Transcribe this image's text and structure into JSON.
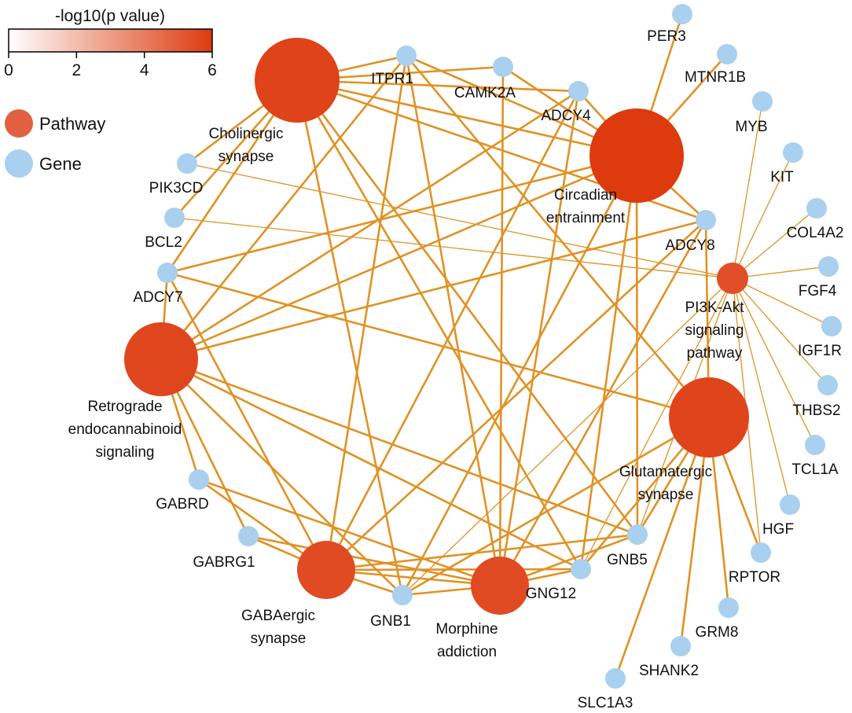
{
  "colors": {
    "edge": "#e09224",
    "gene_node": "#a9d0ee",
    "pathway_scale_low": "#ffffff",
    "pathway_scale_high": "#dd3a0e",
    "legend_pathway": "#e0603f"
  },
  "color_scale": {
    "title": "-log10(p value)",
    "ticks": [
      "0",
      "2",
      "4",
      "6"
    ],
    "min": 0,
    "max": 6
  },
  "legend": [
    {
      "label": "Pathway",
      "kind": "pathway"
    },
    {
      "label": "Gene",
      "kind": "gene"
    }
  ],
  "nodes": [
    {
      "id": "cholinergic",
      "kind": "pathway",
      "label": [
        "Cholinergic",
        "synapse"
      ],
      "neg_log10_p": 5.3
    },
    {
      "id": "circadian",
      "kind": "pathway",
      "label": [
        "Circadian",
        "entrainment"
      ],
      "neg_log10_p": 6.0
    },
    {
      "id": "pi3k",
      "kind": "pathway",
      "label": [
        "PI3K-Akt",
        "signaling",
        "pathway"
      ],
      "neg_log10_p": 4.3
    },
    {
      "id": "retrograde",
      "kind": "pathway",
      "label": [
        "Retrograde",
        "endocannabinoid",
        "signaling"
      ],
      "neg_log10_p": 5.0
    },
    {
      "id": "glutamatergic",
      "kind": "pathway",
      "label": [
        "Glutamatergic",
        "synapse"
      ],
      "neg_log10_p": 5.2
    },
    {
      "id": "gabaergic",
      "kind": "pathway",
      "label": [
        "GABAergic",
        "synapse"
      ],
      "neg_log10_p": 4.6
    },
    {
      "id": "morphine",
      "kind": "pathway",
      "label": [
        "Morphine",
        "addiction"
      ],
      "neg_log10_p": 4.6
    },
    {
      "id": "ITPR1",
      "kind": "gene",
      "label": [
        "ITPR1"
      ]
    },
    {
      "id": "CAMK2A",
      "kind": "gene",
      "label": [
        "CAMK2A"
      ]
    },
    {
      "id": "ADCY4",
      "kind": "gene",
      "label": [
        "ADCY4"
      ]
    },
    {
      "id": "PER3",
      "kind": "gene",
      "label": [
        "PER3"
      ]
    },
    {
      "id": "MTNR1B",
      "kind": "gene",
      "label": [
        "MTNR1B"
      ]
    },
    {
      "id": "MYB",
      "kind": "gene",
      "label": [
        "MYB"
      ]
    },
    {
      "id": "KIT",
      "kind": "gene",
      "label": [
        "KIT"
      ]
    },
    {
      "id": "COL4A2",
      "kind": "gene",
      "label": [
        "COL4A2"
      ]
    },
    {
      "id": "FGF4",
      "kind": "gene",
      "label": [
        "FGF4"
      ]
    },
    {
      "id": "IGF1R",
      "kind": "gene",
      "label": [
        "IGF1R"
      ]
    },
    {
      "id": "THBS2",
      "kind": "gene",
      "label": [
        "THBS2"
      ]
    },
    {
      "id": "TCL1A",
      "kind": "gene",
      "label": [
        "TCL1A"
      ]
    },
    {
      "id": "HGF",
      "kind": "gene",
      "label": [
        "HGF"
      ]
    },
    {
      "id": "RPTOR",
      "kind": "gene",
      "label": [
        "RPTOR"
      ]
    },
    {
      "id": "GRM8",
      "kind": "gene",
      "label": [
        "GRM8"
      ]
    },
    {
      "id": "SHANK2",
      "kind": "gene",
      "label": [
        "SHANK2"
      ]
    },
    {
      "id": "SLC1A3",
      "kind": "gene",
      "label": [
        "SLC1A3"
      ]
    },
    {
      "id": "ADCY8",
      "kind": "gene",
      "label": [
        "ADCY8"
      ]
    },
    {
      "id": "GNB5",
      "kind": "gene",
      "label": [
        "GNB5"
      ]
    },
    {
      "id": "GNG12",
      "kind": "gene",
      "label": [
        "GNG12"
      ]
    },
    {
      "id": "GNB1",
      "kind": "gene",
      "label": [
        "GNB1"
      ]
    },
    {
      "id": "GABRG1",
      "kind": "gene",
      "label": [
        "GABRG1"
      ]
    },
    {
      "id": "GABRD",
      "kind": "gene",
      "label": [
        "GABRD"
      ]
    },
    {
      "id": "ADCY7",
      "kind": "gene",
      "label": [
        "ADCY7"
      ]
    },
    {
      "id": "BCL2",
      "kind": "gene",
      "label": [
        "BCL2"
      ]
    },
    {
      "id": "PIK3CD",
      "kind": "gene",
      "label": [
        "PIK3CD"
      ]
    }
  ],
  "edges": [
    [
      "cholinergic",
      "ITPR1"
    ],
    [
      "cholinergic",
      "CAMK2A"
    ],
    [
      "cholinergic",
      "ADCY4"
    ],
    [
      "cholinergic",
      "circadian"
    ],
    [
      "cholinergic",
      "ADCY8"
    ],
    [
      "cholinergic",
      "ADCY7"
    ],
    [
      "cholinergic",
      "GNB5"
    ],
    [
      "cholinergic",
      "GNG12"
    ],
    [
      "cholinergic",
      "GNB1"
    ],
    [
      "cholinergic",
      "PIK3CD"
    ],
    [
      "cholinergic",
      "BCL2"
    ],
    [
      "circadian",
      "ITPR1"
    ],
    [
      "circadian",
      "CAMK2A"
    ],
    [
      "circadian",
      "ADCY4"
    ],
    [
      "circadian",
      "PER3"
    ],
    [
      "circadian",
      "MTNR1B"
    ],
    [
      "circadian",
      "ADCY8"
    ],
    [
      "circadian",
      "ADCY7"
    ],
    [
      "circadian",
      "GNB5"
    ],
    [
      "circadian",
      "GNG12"
    ],
    [
      "circadian",
      "GNB1"
    ],
    [
      "retrograde",
      "ITPR1"
    ],
    [
      "retrograde",
      "ADCY4"
    ],
    [
      "retrograde",
      "ADCY8"
    ],
    [
      "retrograde",
      "ADCY7"
    ],
    [
      "retrograde",
      "GABRD"
    ],
    [
      "retrograde",
      "GABRG1"
    ],
    [
      "retrograde",
      "GNB5"
    ],
    [
      "retrograde",
      "GNG12"
    ],
    [
      "retrograde",
      "GNB1"
    ],
    [
      "retrograde",
      "circadian"
    ],
    [
      "glutamatergic",
      "ITPR1"
    ],
    [
      "glutamatergic",
      "ADCY7"
    ],
    [
      "glutamatergic",
      "ADCY8"
    ],
    [
      "glutamatergic",
      "GNB5"
    ],
    [
      "glutamatergic",
      "GNG12"
    ],
    [
      "glutamatergic",
      "GNB1"
    ],
    [
      "glutamatergic",
      "GRM8"
    ],
    [
      "glutamatergic",
      "SHANK2"
    ],
    [
      "glutamatergic",
      "SLC1A3"
    ],
    [
      "glutamatergic",
      "RPTOR"
    ],
    [
      "gabaergic",
      "GABRD"
    ],
    [
      "gabaergic",
      "GABRG1"
    ],
    [
      "gabaergic",
      "GNB5"
    ],
    [
      "gabaergic",
      "GNG12"
    ],
    [
      "gabaergic",
      "GNB1"
    ],
    [
      "gabaergic",
      "ADCY4"
    ],
    [
      "gabaergic",
      "ADCY8"
    ],
    [
      "gabaergic",
      "ADCY7"
    ],
    [
      "gabaergic",
      "ITPR1"
    ],
    [
      "gabaergic",
      "morphine"
    ],
    [
      "morphine",
      "GABRD"
    ],
    [
      "morphine",
      "GABRG1"
    ],
    [
      "morphine",
      "GNB5"
    ],
    [
      "morphine",
      "GNG12"
    ],
    [
      "morphine",
      "GNB1"
    ],
    [
      "morphine",
      "ADCY4"
    ],
    [
      "morphine",
      "ADCY8"
    ],
    [
      "morphine",
      "CAMK2A"
    ],
    [
      "morphine",
      "ITPR1"
    ],
    [
      "pi3k",
      "MYB"
    ],
    [
      "pi3k",
      "KIT"
    ],
    [
      "pi3k",
      "COL4A2"
    ],
    [
      "pi3k",
      "FGF4"
    ],
    [
      "pi3k",
      "IGF1R"
    ],
    [
      "pi3k",
      "THBS2"
    ],
    [
      "pi3k",
      "TCL1A"
    ],
    [
      "pi3k",
      "HGF"
    ],
    [
      "pi3k",
      "PIK3CD"
    ],
    [
      "pi3k",
      "BCL2"
    ],
    [
      "pi3k",
      "GNB5"
    ],
    [
      "pi3k",
      "GNG12"
    ],
    [
      "pi3k",
      "GNB1"
    ],
    [
      "pi3k",
      "RPTOR"
    ]
  ]
}
